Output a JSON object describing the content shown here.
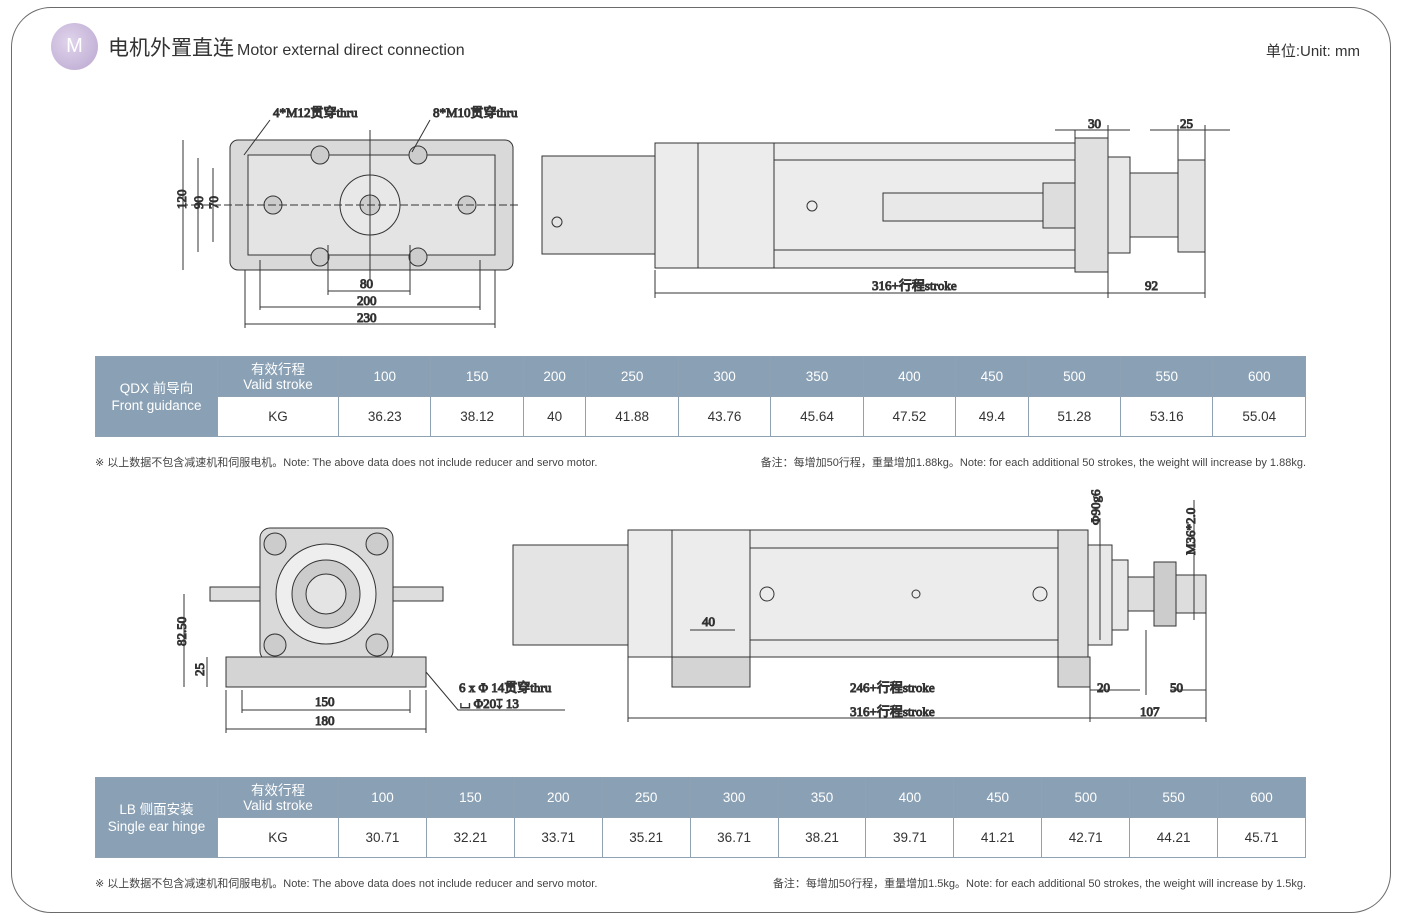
{
  "header": {
    "badge": "M",
    "title_cn": "电机外置直连",
    "title_en": "Motor external direct connection",
    "unit": "单位:Unit: mm"
  },
  "drawing1": {
    "hole1": "4*M12贯穿thru",
    "hole2": "8*M10贯穿thru",
    "d120": "120",
    "d90": "90",
    "d70": "70",
    "d80": "80",
    "d200": "200",
    "d230": "230",
    "d30": "30",
    "d25": "25",
    "stroke": "316+行程stroke",
    "d92": "92"
  },
  "drawing2": {
    "d8250": "82.50",
    "d25": "25",
    "d150": "150",
    "d180": "180",
    "hole": "6 x Φ 14贯穿thru",
    "cbore": "⌴ Φ20↧ 13",
    "dia": "Φ90g6",
    "thread": "M36*2.0",
    "d40": "40",
    "stroke1": "246+行程stroke",
    "stroke2": "316+行程stroke",
    "d20": "20",
    "d50": "50",
    "d107": "107"
  },
  "strokes": [
    "100",
    "150",
    "200",
    "250",
    "300",
    "350",
    "400",
    "450",
    "500",
    "550",
    "600"
  ],
  "table1": {
    "model_cn": "QDX 前导向",
    "model_en": "Front guidance",
    "hdr_cn": "有效行程",
    "hdr_en": "Valid stroke",
    "unit": "KG",
    "weights": [
      "36.23",
      "38.12",
      "40",
      "41.88",
      "43.76",
      "45.64",
      "47.52",
      "49.4",
      "51.28",
      "53.16",
      "55.04"
    ],
    "note_left": "※ 以上数据不包含减速机和伺服电机。Note: The above data does not include reducer and servo motor.",
    "note_right": "备注：每增加50行程，重量增加1.88kg。Note: for each additional 50 strokes, the weight will increase by 1.88kg."
  },
  "table2": {
    "model_cn": "LB 侧面安装",
    "model_en": "Single ear hinge",
    "hdr_cn": "有效行程",
    "hdr_en": "Valid stroke",
    "unit": "KG",
    "weights": [
      "30.71",
      "32.21",
      "33.71",
      "35.21",
      "36.71",
      "38.21",
      "39.71",
      "41.21",
      "42.71",
      "44.21",
      "45.71"
    ],
    "note_left": "※ 以上数据不包含减速机和伺服电机。Note: The above data does not include reducer and servo motor.",
    "note_right": "备注：每增加50行程，重量增加1.5kg。Note: for each additional 50 strokes, the weight will increase by 1.5kg."
  }
}
